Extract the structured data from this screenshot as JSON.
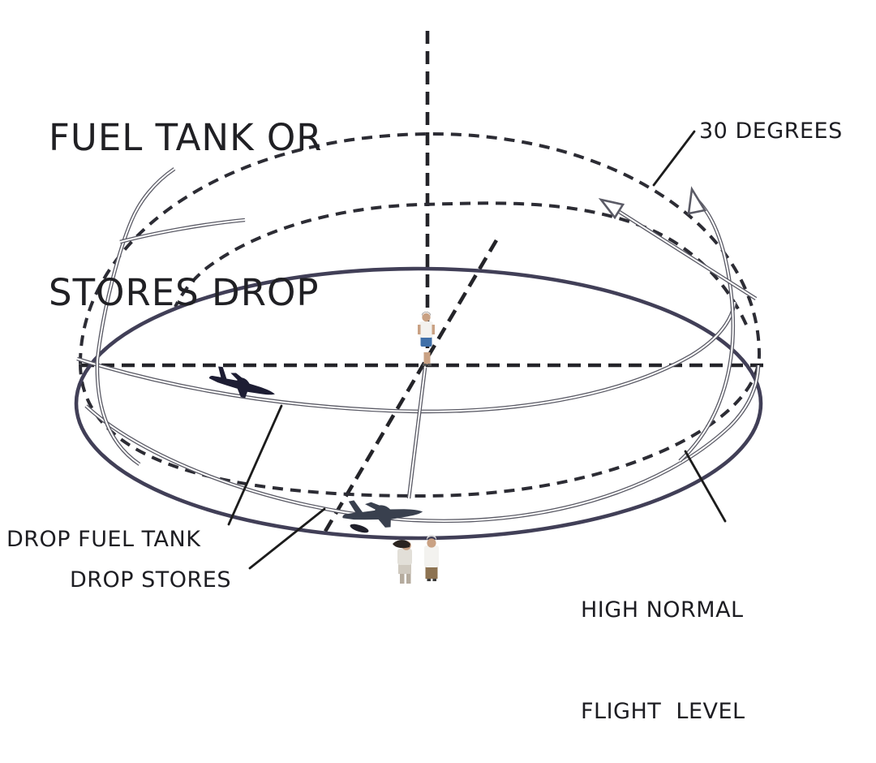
{
  "title": {
    "line1": "FUEL TANK OR",
    "line2": "STORES DROP"
  },
  "annotations": {
    "degrees_label": "30 DEGREES",
    "drop_fuel_tank_label": "DROP FUEL TANK",
    "drop_stores_label": "DROP STORES",
    "high_normal_line1": "HIGH NORMAL",
    "high_normal_line2": "FLIGHT  LEVEL"
  },
  "diagram": {
    "colors": {
      "background": "#ffffff",
      "centerline_dash": "#242429",
      "spiral_dash": "#2c2c34",
      "solid_circle": "#413f57",
      "ribbon": "#5b5b66",
      "leader": "#1c1c1c",
      "aircraft_dark": "#1d1d33",
      "aircraft_grey": "#39404e",
      "store_tank": "#20202b",
      "skin": "#c9a183",
      "shirt_white": "#f3f2ef",
      "shorts_blue": "#3f6fa8",
      "pants_khaki": "#8d7352",
      "jacket_light": "#e2dfd8",
      "hair_dark": "#2b2420"
    }
  }
}
